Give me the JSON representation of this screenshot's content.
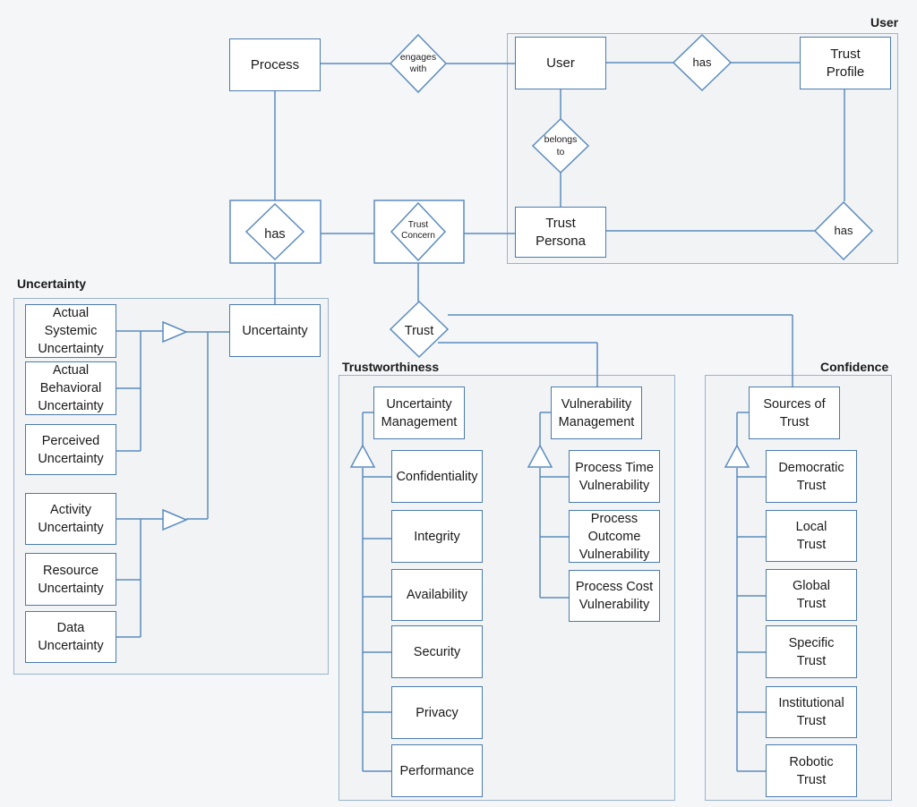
{
  "groups": {
    "user": "User",
    "uncertainty": "Uncertainty",
    "trustworthiness": "Trustworthiness",
    "confidence": "Confidence"
  },
  "entities": {
    "process": "Process",
    "user": "User",
    "trust_profile": "Trust\nProfile",
    "trust_persona": "Trust\nPersona",
    "uncertainty": "Uncertainty",
    "actual_systemic_uncertainty": "Actual\nSystemic\nUncertainty",
    "actual_behavioral_uncertainty": "Actual\nBehavioral\nUncertainty",
    "perceived_uncertainty": "Perceived\nUncertainty",
    "activity_uncertainty": "Activity\nUncertainty",
    "resource_uncertainty": "Resource\nUncertainty",
    "data_uncertainty": "Data\nUncertainty",
    "uncertainty_management": "Uncertainty\nManagement",
    "confidentiality": "Confidentiality",
    "integrity": "Integrity",
    "availability": "Availability",
    "security": "Security",
    "privacy": "Privacy",
    "performance": "Performance",
    "vulnerability_management": "Vulnerability\nManagement",
    "process_time_vulnerability": "Process Time\nVulnerability",
    "process_outcome_vulnerability": "Process\nOutcome\nVulnerability",
    "process_cost_vulnerability": "Process Cost\nVulnerability",
    "sources_of_trust": "Sources of\nTrust",
    "democratic_trust": "Democratic\nTrust",
    "local_trust": "Local\nTrust",
    "global_trust": "Global\nTrust",
    "specific_trust": "Specific\nTrust",
    "institutional_trust": "Institutional\nTrust",
    "robotic_trust": "Robotic\nTrust"
  },
  "relationships": {
    "engages_with": "engages\nwith",
    "user_has_profile": "has",
    "belongs_to": "belongs\nto",
    "persona_has": "has",
    "process_has": "has",
    "trust_concern": "Trust\nConcern",
    "trust": "Trust"
  }
}
